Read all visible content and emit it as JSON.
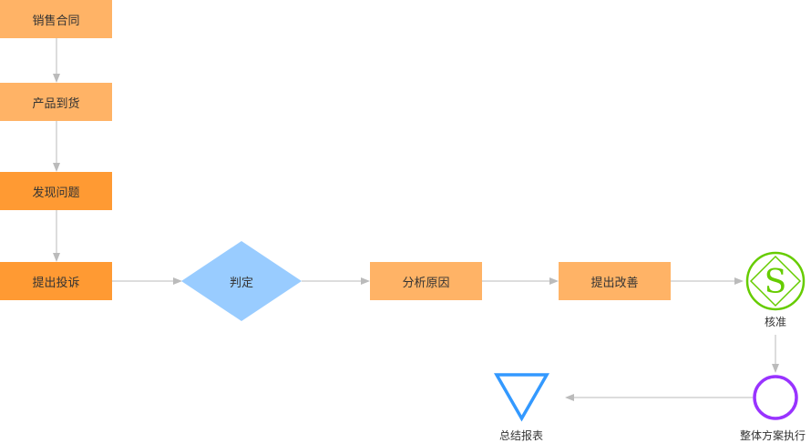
{
  "nodes": {
    "sales_contract": {
      "label": "销售合同"
    },
    "product_arrival": {
      "label": "产品到货"
    },
    "find_problem": {
      "label": "发现问题"
    },
    "complaint": {
      "label": "提出投诉"
    },
    "judge": {
      "label": "判定"
    },
    "analyze_cause": {
      "label": "分析原因"
    },
    "propose_improvement": {
      "label": "提出改善"
    },
    "approve": {
      "label": "核准",
      "symbol": "S"
    },
    "execute_plan": {
      "label": "整体方案执行"
    },
    "summary_report": {
      "label": "总结报表"
    }
  },
  "edges": [
    {
      "from": "sales_contract",
      "to": "product_arrival"
    },
    {
      "from": "product_arrival",
      "to": "find_problem"
    },
    {
      "from": "find_problem",
      "to": "complaint"
    },
    {
      "from": "complaint",
      "to": "judge"
    },
    {
      "from": "judge",
      "to": "analyze_cause"
    },
    {
      "from": "analyze_cause",
      "to": "propose_improvement"
    },
    {
      "from": "propose_improvement",
      "to": "approve"
    },
    {
      "from": "approve",
      "to": "execute_plan"
    },
    {
      "from": "execute_plan",
      "to": "summary_report"
    }
  ],
  "colors": {
    "box_light": "#ffb366",
    "box_dark": "#ff9a33",
    "diamond": "#99ccff",
    "approve_green": "#66cc00",
    "execute_purple": "#9933ff",
    "report_blue": "#3399ff",
    "arrow": "#bbbbbb"
  }
}
